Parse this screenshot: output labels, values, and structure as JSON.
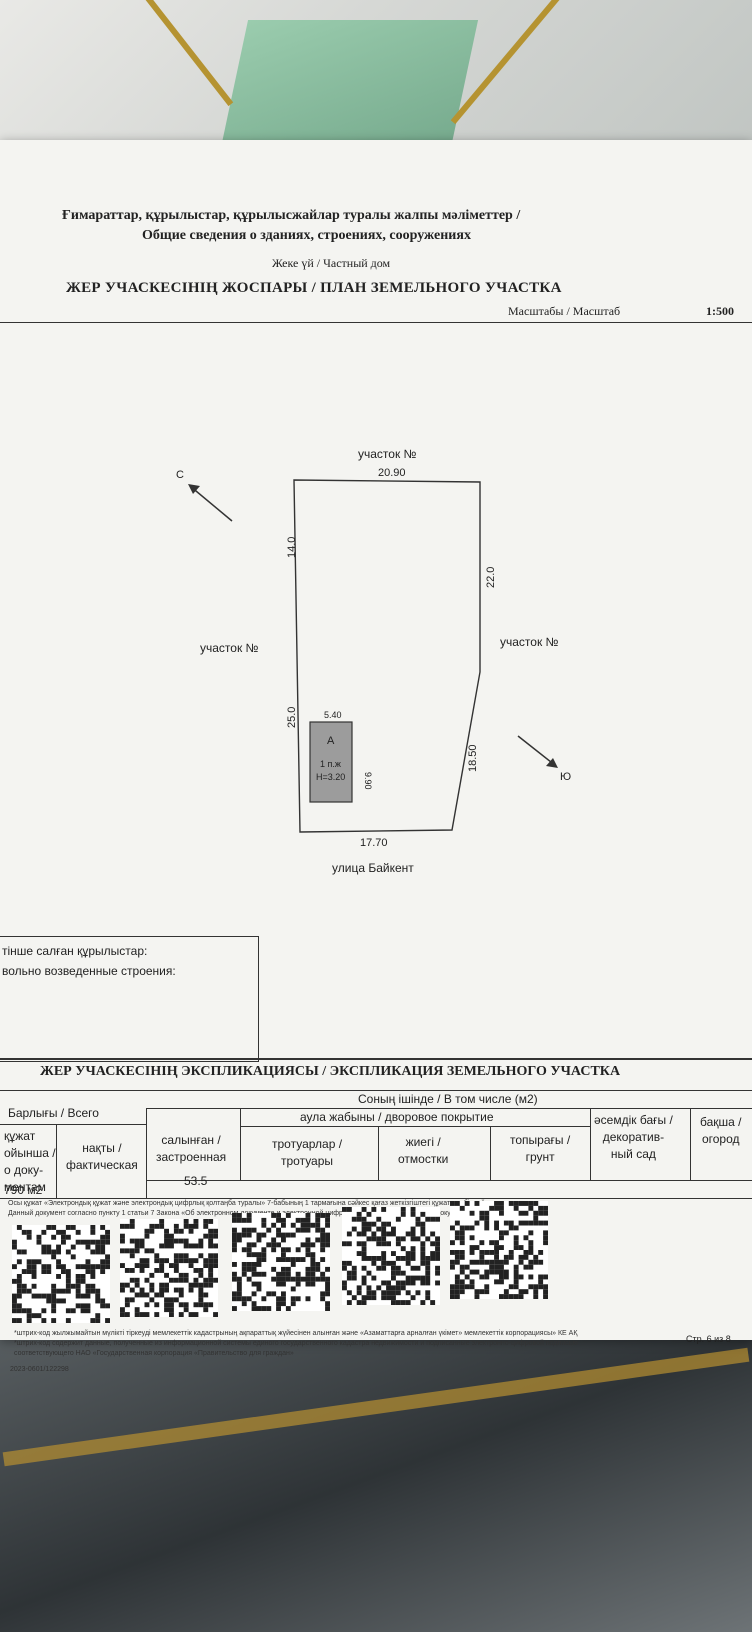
{
  "header": {
    "line1": "Ғимараттар, құрылыстар, құрылысжайлар туралы жалпы мәліметтер /",
    "line2": "Общие сведения о зданиях, строениях, сооружениях",
    "line3": "Жеке үй / Частный дом",
    "title": "ЖЕР УЧАСКЕСІНІҢ ЖОСПАРЫ / ПЛАН ЗЕМЕЛЬНОГО УЧАСТКА",
    "scale_label": "Масштабы / Масштаб",
    "scale_value": "1:500"
  },
  "plan": {
    "top_neighbor": "участок №",
    "left_neighbor": "участок №",
    "right_neighbor": "участок №",
    "street": "улица Байкент",
    "north": "С",
    "south": "Ю",
    "dims": {
      "top": "20.90",
      "left_upper": "14.0",
      "left_lower": "25.0",
      "right_upper": "22.0",
      "right_lower": "18.50",
      "bottom": "17.70",
      "building_width": "5.40",
      "building_height": "9.90"
    },
    "building": {
      "letter": "А",
      "floors": "1 п.ж",
      "height": "H=3.20"
    }
  },
  "unauthorized": {
    "line1": "тінше салған құрылыстар:",
    "line2": "вольно возведенные строения:"
  },
  "explication": {
    "title": "ЖЕР УЧАСКЕСІНІҢ ЭКСПЛИКАЦИЯСЫ / ЭКСПЛИКАЦИЯ ЗЕМЕЛЬНОГО УЧАСТКА",
    "of_which": "Соның ішінде / В том числе (м2)",
    "total": "Барлығы / Всего",
    "by_docs": [
      "құжат",
      "ойынша /",
      "о доку-",
      "ментам"
    ],
    "actual": [
      "нақты /",
      "фактическая"
    ],
    "built": [
      "салынған /",
      "застроенная"
    ],
    "yard": "аула жабыны / дворовое покрытие",
    "sidewalks": [
      "тротуарлар /",
      "тротуары"
    ],
    "blind_area": [
      "жиегі /",
      "отмостки"
    ],
    "soil": [
      "топырағы /",
      "грунт"
    ],
    "garden": [
      "әсемдік бағы /",
      "декоратив-",
      "ный сад"
    ],
    "vegetable": [
      "бақша /",
      "огород"
    ],
    "value_docs": "790 м2",
    "value_built": "53.5"
  },
  "footer": {
    "legal1": "Осы құжат «Электрондық құжат және электрондық цифрлық қолтаңба туралы» 7-бабының 1 тармағына сәйкес қағаз жеткізгіштегі құжатпен бірдей.",
    "legal2": "Данный документ согласно пункту 1 статьи 7 Закона «Об электронном документе и электронной цифровой подписи» равнозначен документу на бумажном носителе.",
    "note1": "*штрих-код жылжымайтын мүлікті тіркеуді мемлекеттік кадастрының ақпараттық жүйесінен алынған және «Азаматтарға арналған үкімет» мемлекеттік корпорациясы» КЕ АҚ",
    "note2": "*штрих-код содержит данные, полученные из информационной системы единого государственного кадастра недвижимости и подписанные электронно-цифровой подписью",
    "note3": "соответствующего НАО «Государственная корпорация «Правительство для граждан»",
    "page": "Стр. 6 из 8",
    "doc_no": "2023-0601/122298"
  },
  "colors": {
    "paper": "#f4f4f1",
    "ink": "#222222",
    "building_fill": "#9c9c9c"
  }
}
